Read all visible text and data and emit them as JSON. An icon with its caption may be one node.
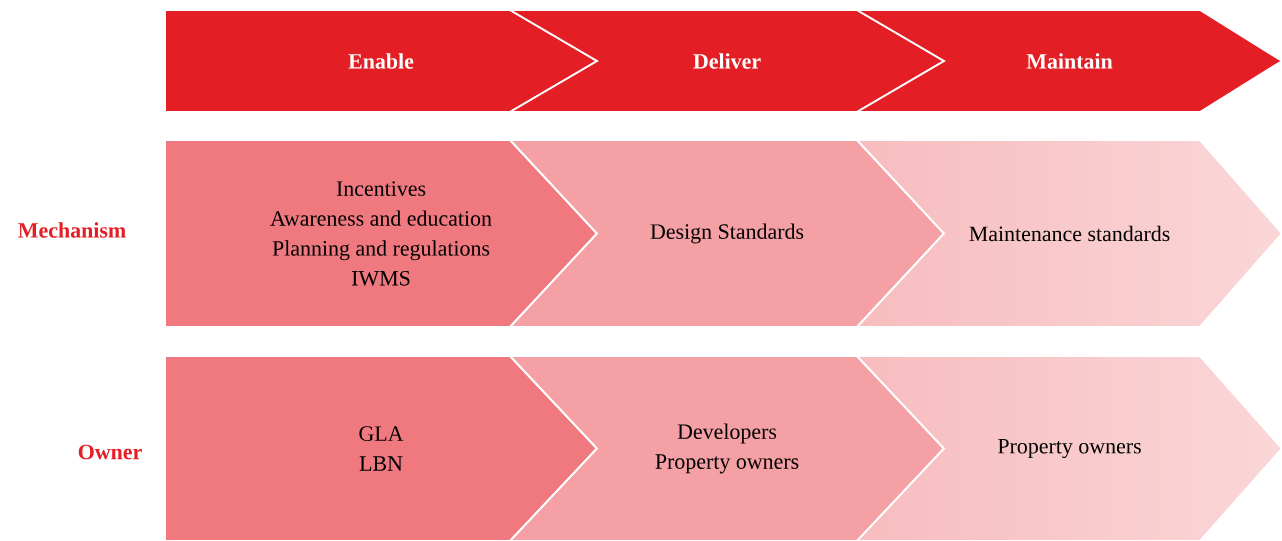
{
  "diagram": {
    "nodes": [
      {
        "text": [
          "Enable"
        ]
      },
      {
        "text": [
          "Deliver"
        ]
      },
      {
        "text": [
          "Maintain"
        ]
      },
      {
        "text": [
          "Incentives",
          "Awareness and education",
          "Planning and regulations",
          "IWMS"
        ]
      },
      {
        "text": [
          "Design Standards"
        ]
      },
      {
        "text": [
          "Maintenance standards"
        ]
      },
      {
        "text": [
          "GLA",
          "LBN"
        ]
      },
      {
        "text": [
          "Developers",
          "Property owners"
        ]
      },
      {
        "text": [
          "Property owners"
        ]
      }
    ],
    "labels": [
      "Mechanism",
      "Owner"
    ]
  }
}
